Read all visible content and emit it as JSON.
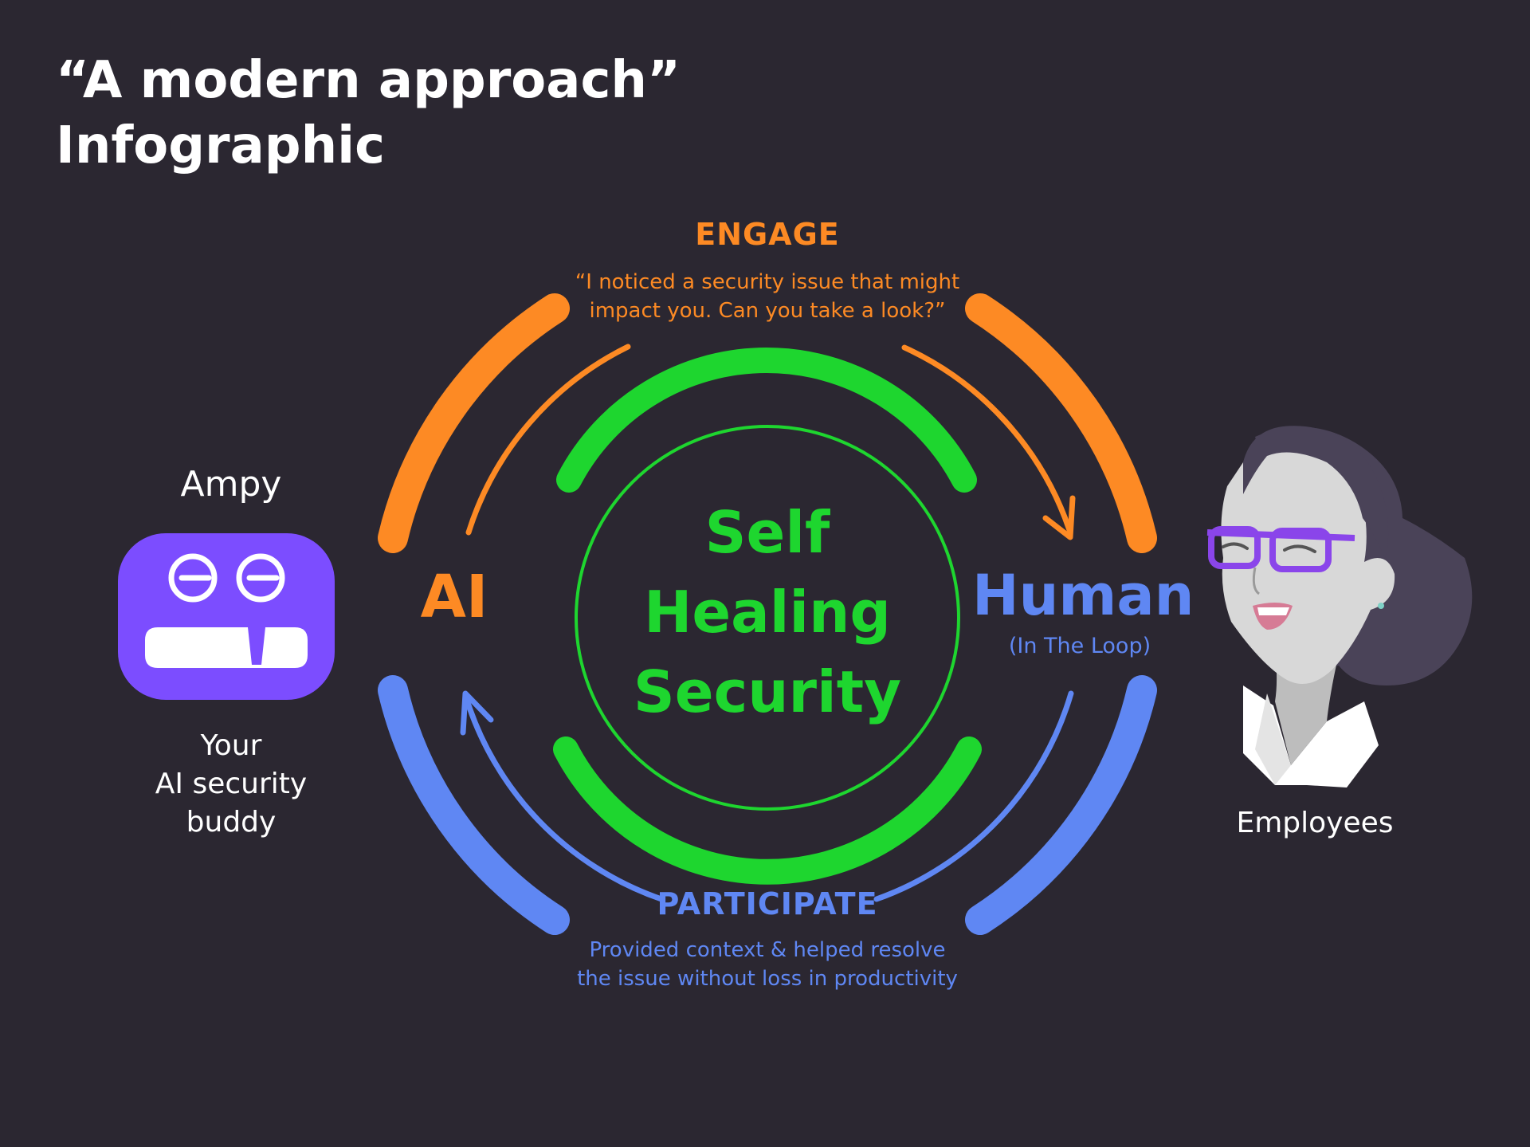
{
  "header": {
    "title_line1": "“A modern approach”",
    "title_line2": "Infographic"
  },
  "engage": {
    "title": "ENGAGE",
    "quote_line1": "“I noticed a security issue that might",
    "quote_line2": "impact you. Can you take a look?”"
  },
  "participate": {
    "title": "PARTICIPATE",
    "text_line1": "Provided context & helped resolve",
    "text_line2": "the issue without loss in productivity"
  },
  "center": {
    "line1": "Self",
    "line2": "Healing",
    "line3": "Security"
  },
  "ai": {
    "label": "AI"
  },
  "human": {
    "label": "Human",
    "sublabel": "(In The Loop)"
  },
  "ampy": {
    "name": "Ampy",
    "desc_line1": "Your",
    "desc_line2": "AI security",
    "desc_line3": "buddy",
    "icon": "robot-face-icon"
  },
  "employee": {
    "label": "Employees",
    "icon": "woman-portrait-icon"
  },
  "colors": {
    "background": "#2b2731",
    "engage_orange": "#fd8a24",
    "participate_blue": "#5f87f3",
    "healing_green": "#1ed62f",
    "ampy_purple": "#7c4dff",
    "text_white": "#ffffff"
  }
}
